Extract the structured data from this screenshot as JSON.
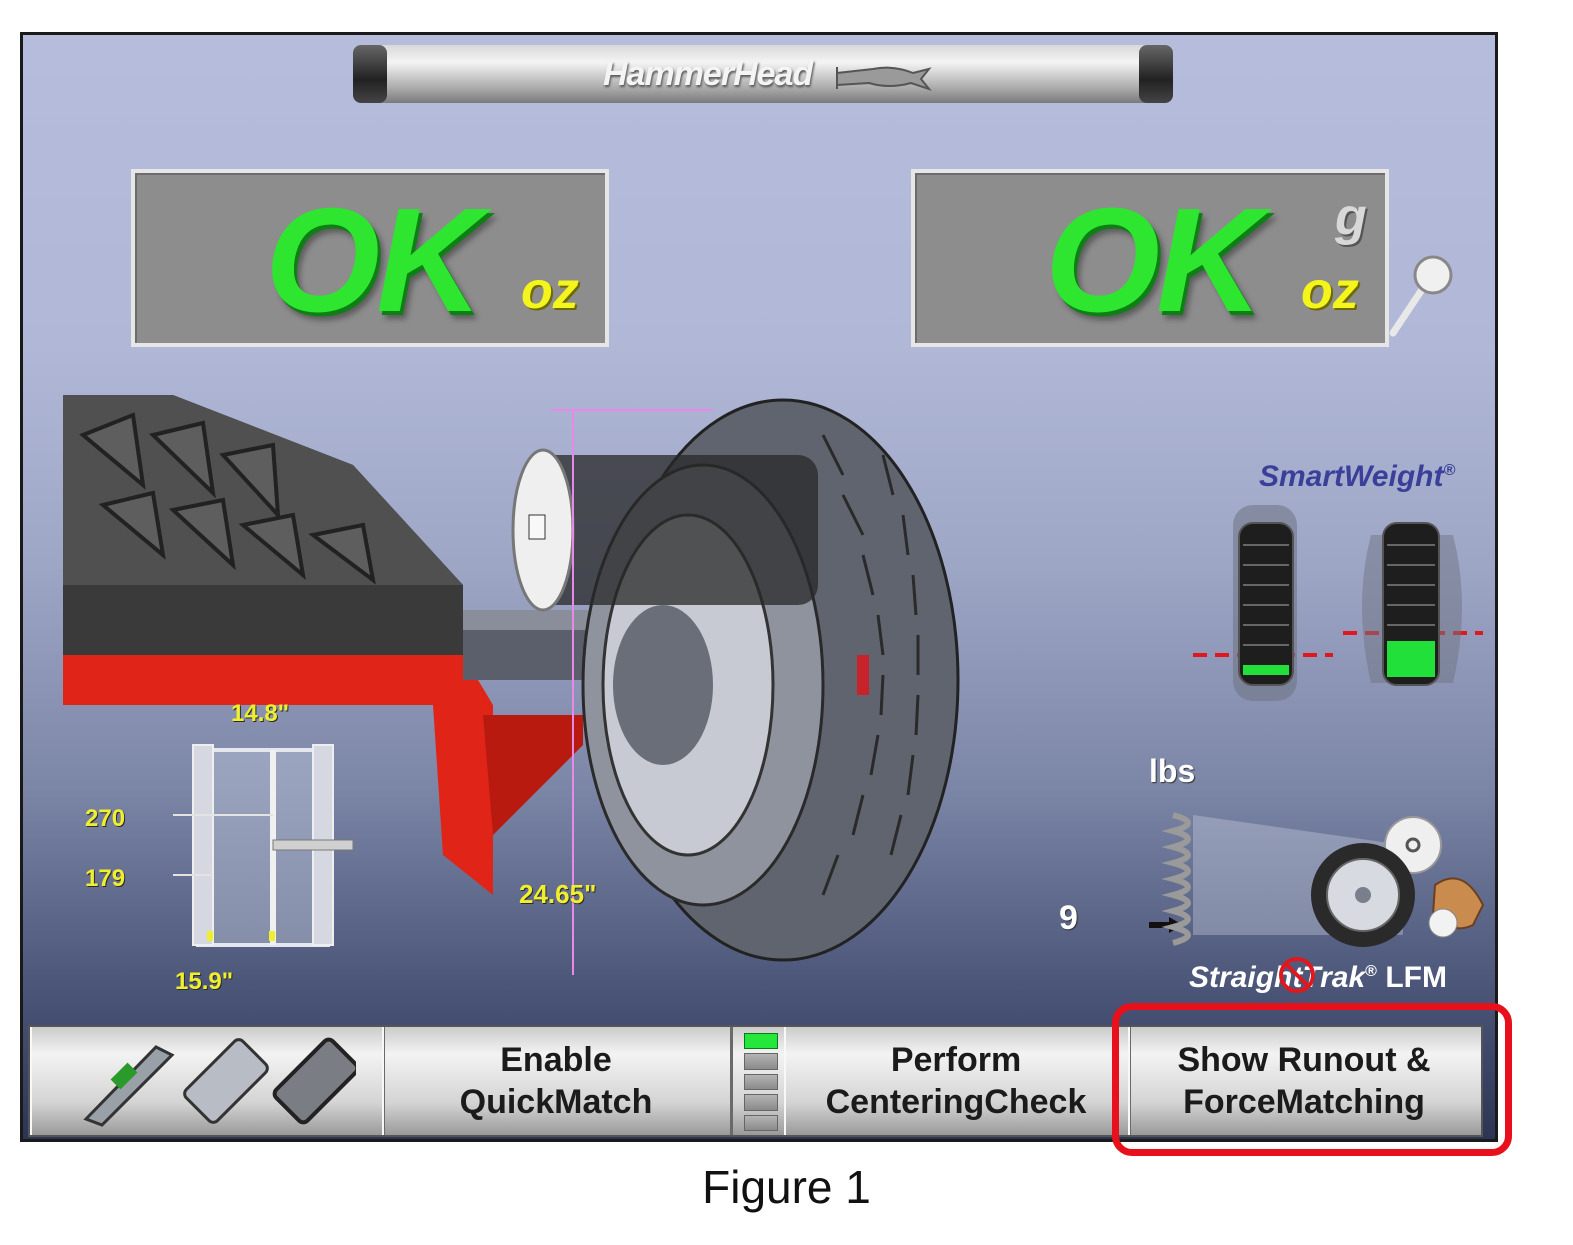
{
  "header": {
    "brand": "HammerHead"
  },
  "displays": {
    "left": {
      "status": "OK",
      "unit": "oz"
    },
    "right": {
      "status": "OK",
      "unit": "oz",
      "alt_unit": "g"
    }
  },
  "wheel_dims": {
    "width_top": "14.8\"",
    "value_a": "270",
    "value_b": "179",
    "width_bottom": "15.9\"",
    "diameter": "24.65\""
  },
  "smartweight": {
    "label": "SmartWeight",
    "reg": "®"
  },
  "straighttrak": {
    "label": "StraightTrak",
    "reg": "®",
    "suffix": "LFM",
    "unit": "lbs",
    "force_value": "9"
  },
  "toolbar": {
    "quickmatch": [
      "Enable",
      "QuickMatch"
    ],
    "centering": [
      "Perform",
      "CenteringCheck"
    ],
    "runout": [
      "Show Runout &",
      "ForceMatching"
    ]
  },
  "caption": "Figure 1",
  "colors": {
    "ok_green": "#2ee630",
    "unit_yellow": "#f3f51c",
    "highlight": "#e8101a",
    "weight_green": "#22e03a"
  }
}
